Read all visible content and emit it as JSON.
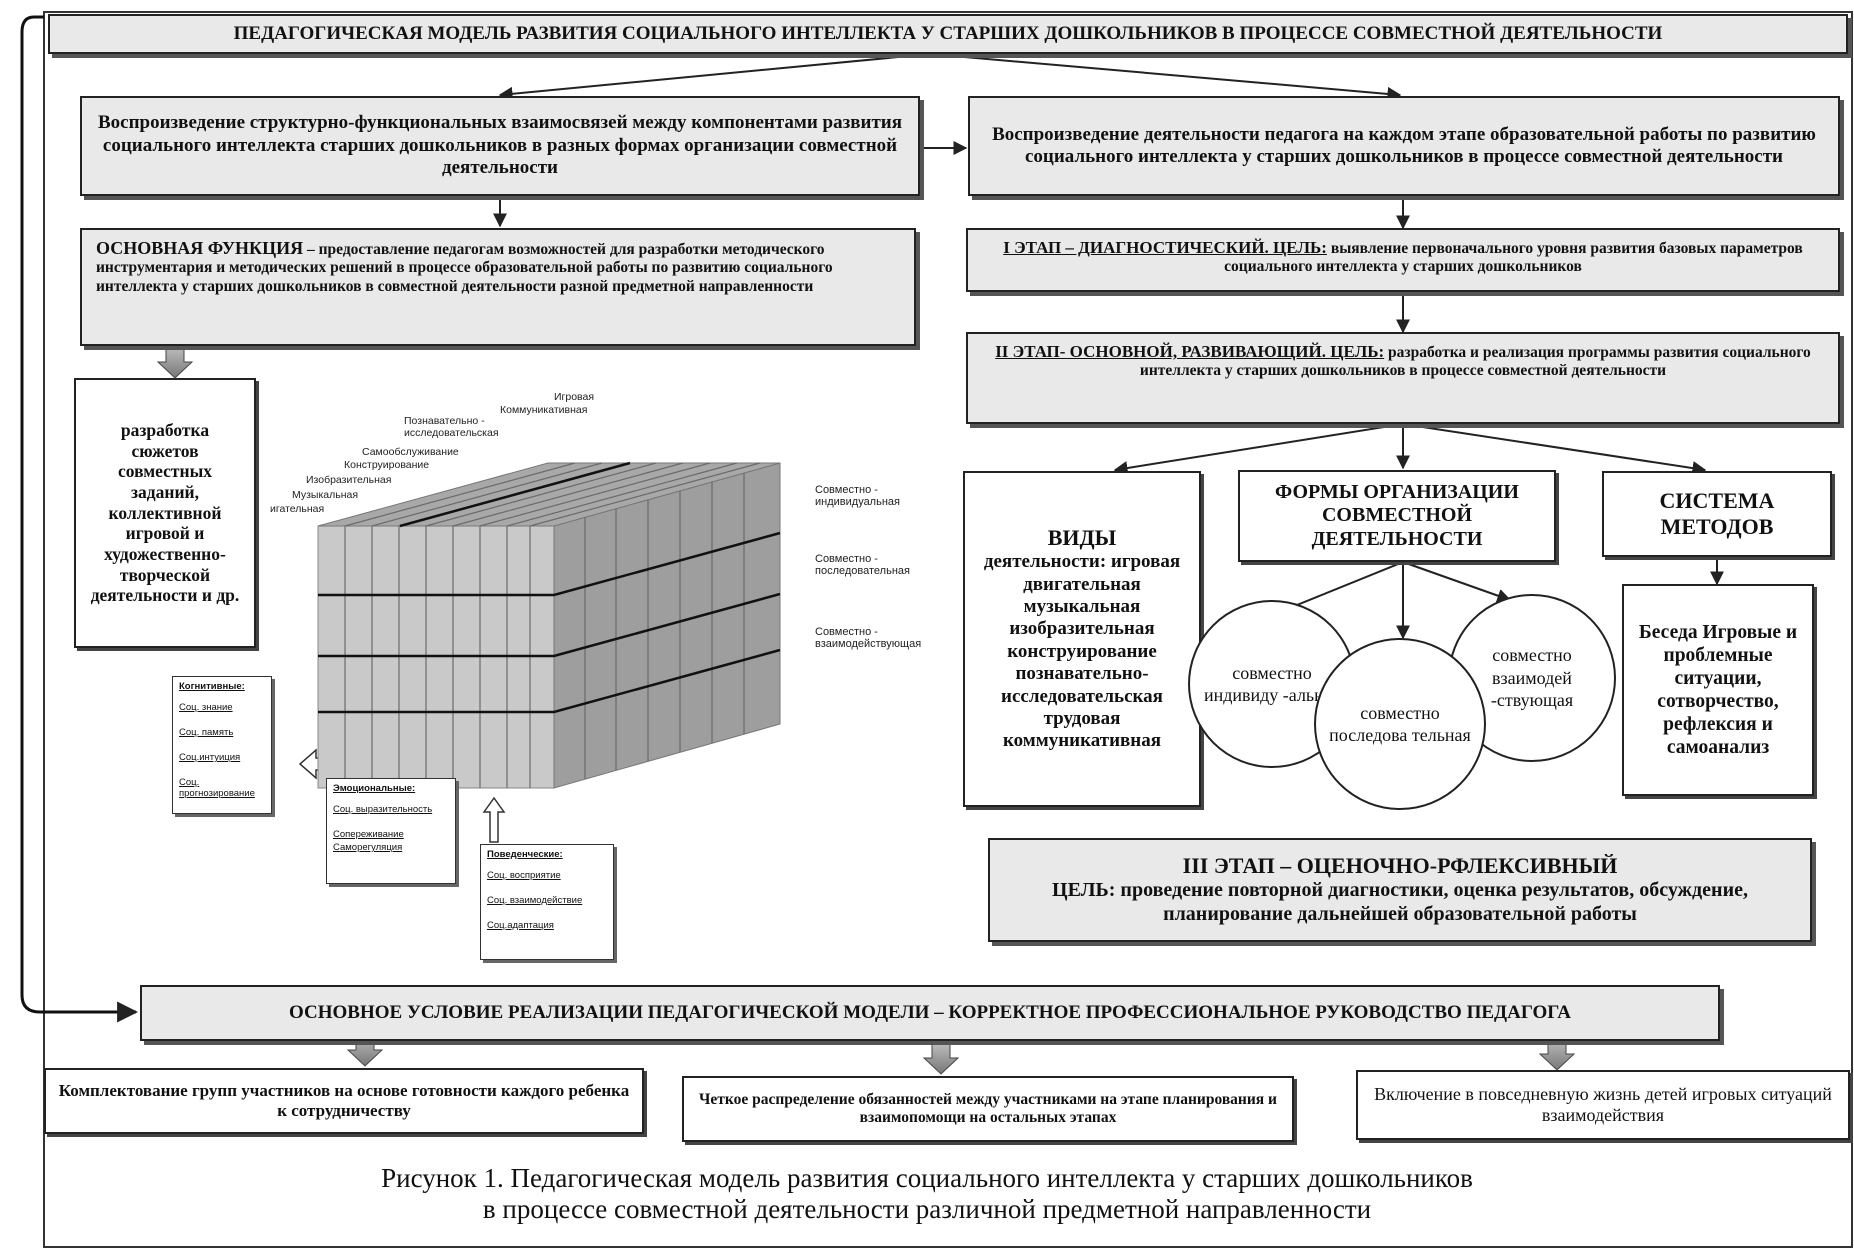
{
  "title": "ПЕДАГОГИЧЕСКАЯ  МОДЕЛЬ РАЗВИТИЯ СОЦИАЛЬНОГО ИНТЕЛЛЕКТА У СТАРШИХ ДОШКОЛЬНИКОВ В ПРОЦЕССЕ СОВМЕСТНОЙ ДЕЯТЕЛЬНОСТИ",
  "left": {
    "reproduction": "Воспроизведение структурно-функциональных взаимосвязей между компонентами развития социального интеллекта старших дошкольников в разных формах организации совместной деятельности",
    "function_label": "ОСНОВНАЯ ФУНКЦИЯ",
    "function_text": " – предоставление педагогам возможностей для разработки методического инструментария  и методических решений  в процессе образовательной работы по развитию социального интеллекта у старших дошкольников  в совместной деятельности разной  предметной направленности",
    "development": "разработка сюжетов совместных заданий, коллективной игровой и художественно-творческой деятельности и др."
  },
  "cube": {
    "top_labels": [
      "Игровая",
      "Коммуникативная",
      "Познавательно - исследовательская",
      "Самообслуживание",
      "Конструирование",
      "Изобразительная",
      "Музыкальная",
      "игательная"
    ],
    "side_labels": [
      "Совместно - индивидуальная",
      "Совместно - последовательная",
      "Совместно - взаимодействующая"
    ],
    "cognitive": {
      "title": "Когнитивные:",
      "items": [
        "Соц. знание",
        "Соц. память",
        "Соц.интуиция",
        "Соц. прогнозирование"
      ]
    },
    "emotional": {
      "title": "Эмоциональные:",
      "items": [
        "Соц. выразительность",
        "Сопереживание",
        "Саморегуляция"
      ]
    },
    "behavioral": {
      "title": "Поведенческие:",
      "items": [
        "Соц. восприятие",
        "Соц. взаимодействие",
        "Соц.адаптация"
      ]
    }
  },
  "right": {
    "reproduction": "Воспроизведение деятельности педагога на каждом этапе  образовательной работы по развитию социального интеллекта у старших дошкольников в процессе совместной деятельности",
    "stage1_label": "I ЭТАП – ДИАГНОСТИЧЕСКИЙ. ЦЕЛЬ:",
    "stage1_text": " выявление первоначального уровня развития базовых параметров социального интеллекта у старших дошкольников",
    "stage2_label": "II ЭТАП- ОСНОВНОЙ, РАЗВИВАЮЩИЙ. ЦЕЛЬ:",
    "stage2_text": " разработка и реализация программы развития социального интеллекта у старших дошкольников в процессе совместной деятельности",
    "types_title": "ВИДЫ",
    "types_list": "деятельности: игровая двигательная музыкальная изобразительная конструирование познавательно-исследовательская трудовая коммуникативная",
    "forms_title": "ФОРМЫ ОРГАНИЗАЦИИ СОВМЕСТНОЙ ДЕЯТЕЛЬНОСТИ",
    "circle1": "совместно индивиду -альная",
    "circle2": "совместно последова тельная",
    "circle3": "совместно взаимодей -ствующая",
    "methods_title": "СИСТЕМА МЕТОДОВ",
    "methods_list": "Беседа Игровые и проблемные ситуации, сотворчество, рефлексия и самоанализ",
    "stage3_title": "III ЭТАП – ОЦЕНОЧНО-РФЛЕКСИВНЫЙ",
    "stage3_text": "ЦЕЛЬ: проведение повторной диагностики, оценка результатов, обсуждение, планирование дальнейшей образовательной работы"
  },
  "condition": "ОСНОВНОЕ УСЛОВИЕ РЕАЛИЗАЦИИ ПЕДАГОГИЧЕСКОЙ МОДЕЛИ – КОРРЕКТНОЕ ПРОФЕССИОНАЛЬНОЕ  РУКОВОДСТВО ПЕДАГОГА",
  "bottom": [
    "Комплектование групп участников на основе готовности каждого ребенка  к сотрудничеству",
    "Четкое распределение обязанностей между участниками на этапе планирования и взаимопомощи на остальных этапах",
    "Включение в повседневную  жизнь детей игровых ситуаций взаимодействия"
  ],
  "caption_line1": "Рисунок 1.   Педагогическая модель развития социального интеллекта у старших дошкольников",
  "caption_line2": "в процессе совместной деятельности различной предметной направленности"
}
